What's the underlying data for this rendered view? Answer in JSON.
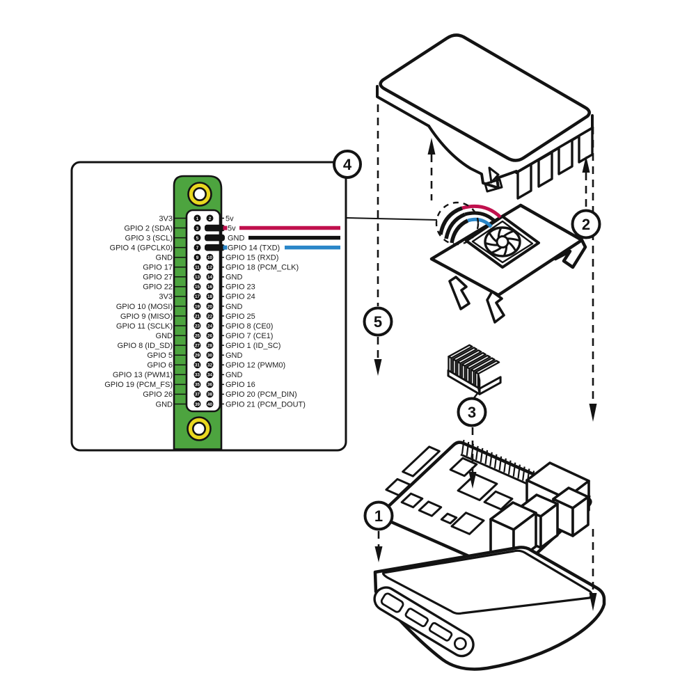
{
  "meta": {
    "background": "#ffffff",
    "line_color": "#131313",
    "description_elements": "exploded case assembly with GPIO pinout panel"
  },
  "callouts": [
    {
      "label": "1"
    },
    {
      "label": "2"
    },
    {
      "label": "3"
    },
    {
      "label": "4"
    },
    {
      "label": "5"
    }
  ],
  "pinout": {
    "colors": {
      "pcb_green": "#4DA43F",
      "hole_yellow": "#E9D820",
      "wire_red": "#C0104D",
      "wire_black": "#111111",
      "wire_blue": "#2A86C8"
    },
    "rows": [
      {
        "lp": 1,
        "l": "3V3",
        "rp": 2,
        "r": "5v"
      },
      {
        "lp": 3,
        "l": "GPIO 2 (SDA)",
        "rp": 4,
        "r": "5v",
        "wire": "red"
      },
      {
        "lp": 5,
        "l": "GPIO 3 (SCL)",
        "rp": 6,
        "r": "GND",
        "wire": "black"
      },
      {
        "lp": 7,
        "l": "GPIO 4 (GPCLK0)",
        "rp": 8,
        "r": "GPIO 14 (TXD)",
        "wire": "blue"
      },
      {
        "lp": 9,
        "l": "GND",
        "rp": 10,
        "r": "GPIO 15 (RXD)"
      },
      {
        "lp": 11,
        "l": "GPIO 17",
        "rp": 12,
        "r": "GPIO 18 (PCM_CLK)"
      },
      {
        "lp": 13,
        "l": "GPIO 27",
        "rp": 14,
        "r": "GND"
      },
      {
        "lp": 15,
        "l": "GPIO 22",
        "rp": 16,
        "r": "GPIO 23"
      },
      {
        "lp": 17,
        "l": "3V3",
        "rp": 18,
        "r": "GPIO 24"
      },
      {
        "lp": 19,
        "l": "GPIO 10 (MOSI)",
        "rp": 20,
        "r": "GND"
      },
      {
        "lp": 21,
        "l": "GPIO 9 (MISO)",
        "rp": 22,
        "r": "GPIO 25"
      },
      {
        "lp": 23,
        "l": "GPIO 11 (SCLK)",
        "rp": 24,
        "r": "GPIO 8 (CE0)"
      },
      {
        "lp": 25,
        "l": "GND",
        "rp": 26,
        "r": "GPIO 7 (CE1)"
      },
      {
        "lp": 27,
        "l": "GPIO 8 (ID_SD)",
        "rp": 28,
        "r": "GPIO 1 (ID_SC)"
      },
      {
        "lp": 29,
        "l": "GPIO 5",
        "rp": 30,
        "r": "GND"
      },
      {
        "lp": 31,
        "l": "GPIO 6",
        "rp": 32,
        "r": "GPIO 12 (PWM0)"
      },
      {
        "lp": 33,
        "l": "GPIO 13 (PWM1)",
        "rp": 34,
        "r": "GND"
      },
      {
        "lp": 35,
        "l": "GPIO 19 (PCM_FS)",
        "rp": 36,
        "r": "GPIO 16"
      },
      {
        "lp": 37,
        "l": "GPIO 26",
        "rp": 38,
        "r": "GPIO 20 (PCM_DIN)"
      },
      {
        "lp": 39,
        "l": "GND",
        "rp": 40,
        "r": "GPIO 21 (PCM_DOUT)"
      }
    ]
  }
}
